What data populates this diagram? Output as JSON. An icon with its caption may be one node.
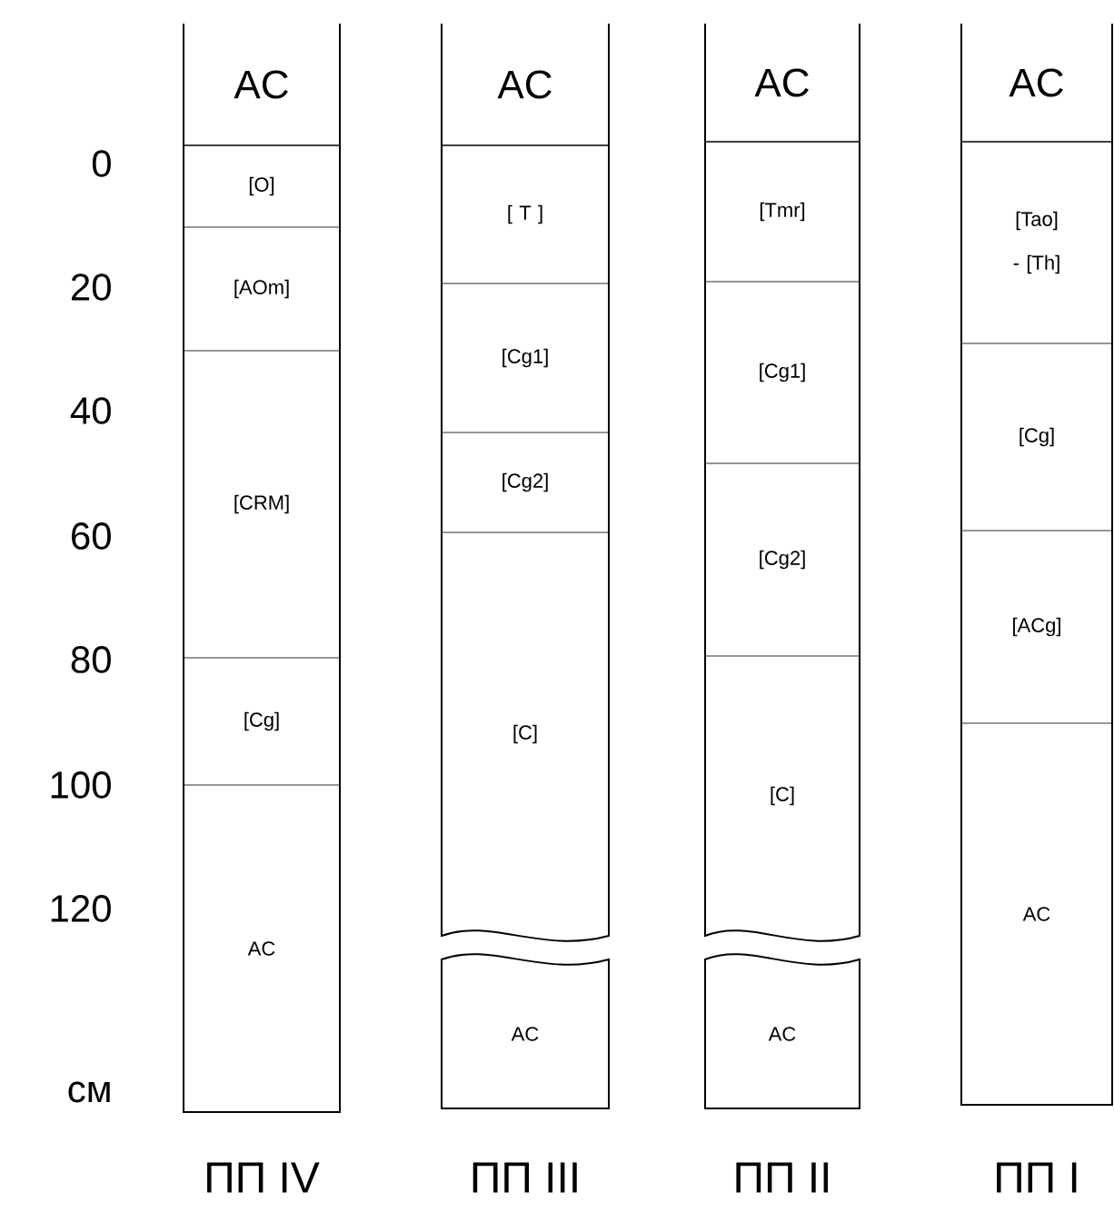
{
  "diagram": {
    "nodes": [
      {
        "text": [
          "ПП IV"
        ]
      },
      {
        "text": [
          "AC"
        ],
        "in": 0
      },
      {
        "text": [
          "[O]"
        ],
        "in": 0
      },
      {
        "text": [
          "[AOm]"
        ],
        "in": 0
      },
      {
        "text": [
          "[CRM]"
        ],
        "in": 0
      },
      {
        "text": [
          "[Cg]"
        ],
        "in": 0
      },
      {
        "text": [
          "AC"
        ],
        "in": 0
      },
      {
        "text": [
          "ПП III"
        ]
      },
      {
        "text": [
          "AC"
        ],
        "in": 7
      },
      {
        "text": [
          "[ T ]"
        ],
        "in": 7
      },
      {
        "text": [
          "[Cg1]"
        ],
        "in": 7
      },
      {
        "text": [
          "[Cg2]"
        ],
        "in": 7
      },
      {
        "text": [
          "[C]"
        ],
        "in": 7
      },
      {
        "text": [
          "AC"
        ],
        "in": 7
      },
      {
        "text": [
          "ПП II"
        ]
      },
      {
        "text": [
          "AC"
        ],
        "in": 14
      },
      {
        "text": [
          "[Tmr]"
        ],
        "in": 14
      },
      {
        "text": [
          "[Cg1]"
        ],
        "in": 14
      },
      {
        "text": [
          "[Cg2]"
        ],
        "in": 14
      },
      {
        "text": [
          "[C]"
        ],
        "in": 14
      },
      {
        "text": [
          "AC"
        ],
        "in": 14
      },
      {
        "text": [
          "ПП I"
        ]
      },
      {
        "text": [
          "AC"
        ],
        "in": 21
      },
      {
        "text": [
          "[Tao] - [Th]"
        ],
        "in": 21
      },
      {
        "text": [
          "[Cg]"
        ],
        "in": 21
      },
      {
        "text": [
          "[ACg]"
        ],
        "in": 21
      },
      {
        "text": [
          "AC"
        ],
        "in": 21
      }
    ],
    "labels": [
      "0",
      "20",
      "40",
      "60",
      "80",
      "100",
      "120",
      "см"
    ]
  }
}
